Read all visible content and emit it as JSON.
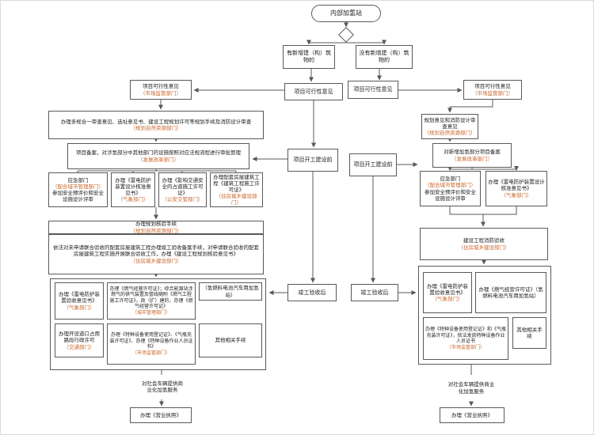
{
  "colors": {
    "dept_text": "#c9662a",
    "box_border": "#595959"
  },
  "start": {
    "label": "内部加氢站"
  },
  "branches": {
    "with_new": "有新增建（构）筑物的",
    "without_new": "没有新增建（构）筑物的"
  },
  "phases": {
    "left": {
      "feasibility": "项目可行性意见",
      "before_start": "项目开工建设前",
      "after_accept": "竣工验收后"
    },
    "right": {
      "feasibility": "项目可行性意见",
      "before_start": "项目开工建设前",
      "after_accept": "竣工验收后"
    }
  },
  "left_flow": {
    "feasibility": {
      "text": "项目可行性意见",
      "dept": "（市场监管部门）"
    },
    "planning": {
      "text": "办理多规合一审查意见、选址意见书、建设工程规划许可等规划手续及消防设计审查",
      "dept": "（规划自然资源部门）"
    },
    "record": {
      "text": "项目备案，对涉氢部分中其他部门的设施按照对应法规流程进行审批管理",
      "dept": "（发展改革部门）"
    },
    "safety": {
      "pre": "应急部门",
      "dept": "（配合城市管理部门）",
      "post": "参加安全预评价和安全设施设计评审"
    },
    "lightning_design": {
      "text": "办理《雷电防护装置设计核准意见书》",
      "dept": "（气象部门）"
    },
    "traffic": {
      "text": "办理《影响交通安全的占道施工许可证》",
      "dept": "（公安交管部门）"
    },
    "construction": {
      "text": "办理配套房屋建筑工程《建筑工程施工许可证》",
      "dept": "（住房城乡建设部门）"
    },
    "check_header": {
      "text": "办理规划核验手续",
      "dept": "（规划自然资源部门）"
    },
    "check_body": {
      "text": "依法对未申请联合验收的配套房屋建筑工程办理竣工验收备案手续，对申请联合验收的配套房屋建筑工程实施开展联合验收工作，办理《建设工程规划核验意见书》",
      "dept": "（住房城乡建设部门）"
    },
    "lightning_accept": {
      "text": "办理《雷电防护装置验收意见书》",
      "dept": "（气象部门）"
    },
    "gas": {
      "text": "办理《燃气经营许可证》；综合能源站涉燃气的供气装置及管线随附《燃气工程施工许可证》，改（扩）建的，办理《燃气经营许可证》",
      "dept": "（城市管理部门）"
    },
    "hydrogen_note": {
      "text": "（氢燃料电池汽车用加氢站）"
    },
    "road": {
      "text": "办理开设道口占用路段行政许可",
      "dept": "（交通部门）"
    },
    "special": {
      "text": "办理《特种设备使用登记证》、《气瓶充装许可证》、办理《特种设备作业人员证书》",
      "dept": "（市场监管部门）"
    },
    "other": {
      "text": "其他相关手续"
    },
    "service": {
      "text": "对社会车辆提供商业化加氢服务"
    },
    "license": {
      "text": "办理《营业执照》"
    }
  },
  "right_flow": {
    "feasibility": {
      "text": "项目可行性意见",
      "dept": "（市场监管部门）"
    },
    "plan_fire": {
      "text": "规划意见和消防设计审查意见",
      "dept": "（规划自然资源部门）"
    },
    "record": {
      "text": "对新增加氢部分项目备案",
      "dept": "（发展改革部门）"
    },
    "safety": {
      "pre": "应急部门",
      "dept": "（配合城市管理部门）",
      "post": "参加安全预评价和安全设施设计评审"
    },
    "lightning_design": {
      "text": "办理《雷电防护装置设计核准意见书》",
      "dept": "（气象部门）"
    },
    "fire_accept": {
      "text": "建设工程消防验收",
      "dept": "（住房城乡建设部门）"
    },
    "lightning_accept": {
      "text": "办理《雷电防护装置验收意见书》",
      "dept": "（气象部门）"
    },
    "gas": {
      "text": "办理《燃气经营许可证》（氢燃料电池汽车用加氢站）"
    },
    "special": {
      "text": "办理《特种设备使用登记证》和《气瓶充装许可证》，依法发放特种设备作业人员证书",
      "dept": "（市场监管部门）"
    },
    "other": {
      "text": "其他相关手续"
    },
    "service": {
      "text": "对社会车辆提供商业化加氢服务"
    },
    "license": {
      "text": "办理《营业执照》"
    }
  }
}
